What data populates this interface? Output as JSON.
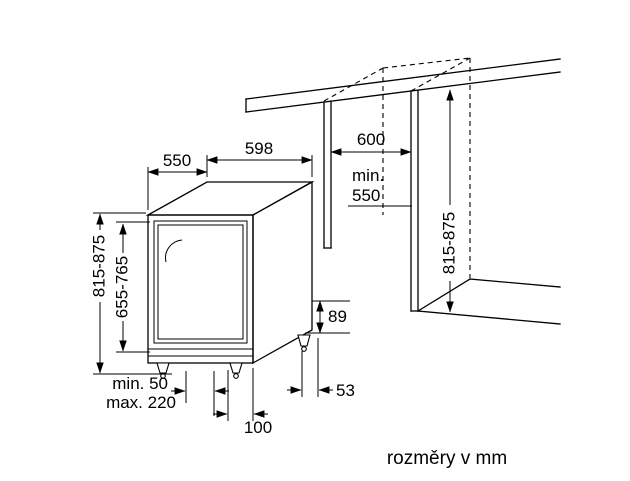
{
  "diagram": {
    "units_note": "rozměry v mm",
    "labels": {
      "depth_top": "550",
      "width_top": "598",
      "niche_width": "600",
      "niche_depth_min": "min.",
      "niche_depth_value": "550",
      "appliance_height": "815-875",
      "door_height": "655-765",
      "niche_height": "815-875",
      "rear_clearance": "89",
      "plinth_min": "min. 50",
      "plinth_max": "max. 220",
      "rear_foot_inset": "53",
      "plinth_depth": "100"
    }
  }
}
